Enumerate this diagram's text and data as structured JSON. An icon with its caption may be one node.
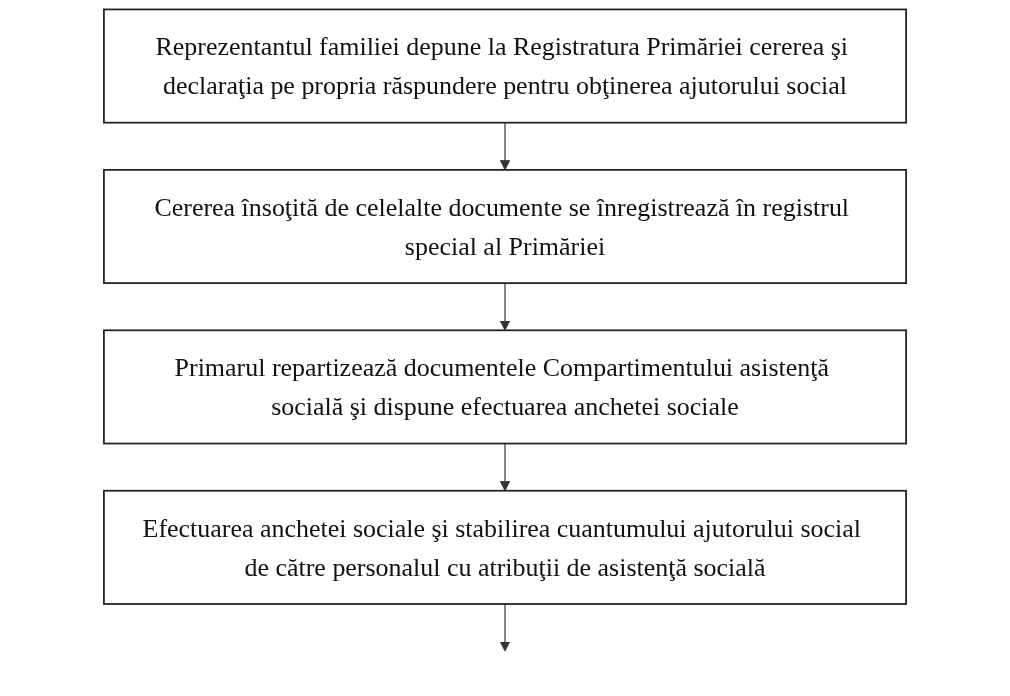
{
  "diagram": {
    "nodes": [
      {
        "text": [
          "Reprezentantul familiei depune la Registratura Primăriei cererea şi declaraţia pe propria răspundere pentru obţinerea ajutorului social"
        ]
      },
      {
        "text": [
          "Cererea însoţită de celelalte documente se înregistrează în registrul special al Primăriei"
        ]
      },
      {
        "text": [
          "Primarul repartizează documentele Compartimentului asistenţă socială şi dispune efectuarea anchetei sociale"
        ]
      },
      {
        "text": [
          "Efectuarea anchetei sociale şi stabilirea cuantumului ajutorului social de către personalul cu atribuţii de asistenţă socială"
        ]
      }
    ],
    "edges": [
      {
        "from": 0,
        "to": 1,
        "arrow": "to"
      },
      {
        "from": 1,
        "to": 2,
        "arrow": "to"
      },
      {
        "from": 2,
        "to": 3,
        "arrow": "to"
      },
      {
        "from": 3,
        "to": null,
        "arrow": "to"
      }
    ]
  }
}
